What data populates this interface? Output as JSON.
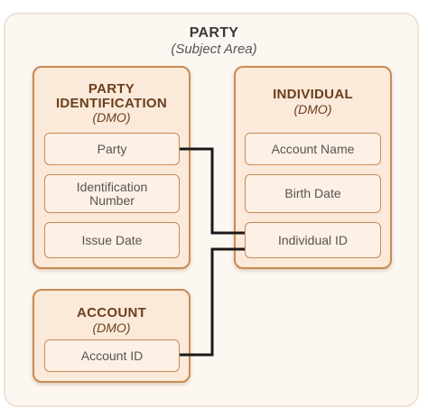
{
  "subject_area": {
    "title": "PARTY",
    "subtitle": "(Subject Area)"
  },
  "party_identification": {
    "title_line1": "PARTY",
    "title_line2": "IDENTIFICATION",
    "subtitle": "(DMO)",
    "fields": {
      "party": "Party",
      "identification_number_line1": "Identification",
      "identification_number_line2": "Number",
      "issue_date": "Issue Date"
    }
  },
  "individual": {
    "title": "INDIVIDUAL",
    "subtitle": "(DMO)",
    "fields": {
      "account_name": "Account Name",
      "birth_date": "Birth Date",
      "individual_id": "Individual ID"
    }
  },
  "account": {
    "title": "ACCOUNT",
    "subtitle": "(DMO)",
    "fields": {
      "account_id": "Account ID"
    }
  },
  "colors": {
    "outer_fill": "#fdf7f2",
    "dmo_fill": "#fbe9da",
    "dmo_border": "#c98b53",
    "title_text": "#6b3f1c",
    "connector": "#1a1a1a"
  }
}
